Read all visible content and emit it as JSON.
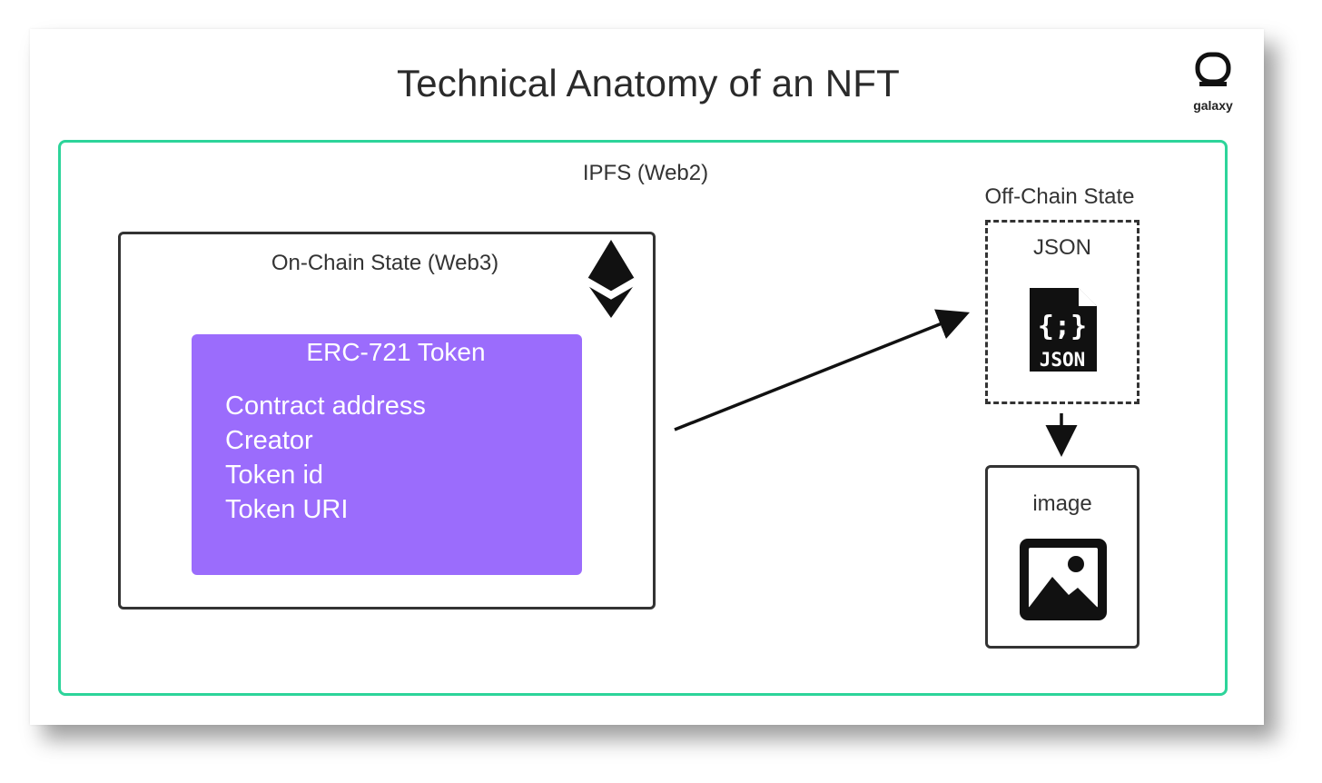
{
  "title": "Technical Anatomy of an NFT",
  "logo": {
    "text": "galaxy",
    "icon": "galaxy-logo-icon"
  },
  "ipfs": {
    "label": "IPFS (Web2)",
    "border_color": "#2dd49a"
  },
  "on_chain": {
    "label": "On-Chain State (Web3)",
    "icon": "ethereum-icon",
    "token": {
      "title": "ERC-721 Token",
      "fill_color": "#9b6cfc",
      "fields": [
        "Contract address",
        "Creator",
        "Token id",
        "Token URI"
      ]
    }
  },
  "off_chain": {
    "label": "Off-Chain State",
    "json": {
      "label": "JSON",
      "icon": "json-file-icon",
      "icon_braces": "{;}",
      "icon_text": "JSON"
    },
    "image": {
      "label": "image",
      "icon": "image-icon"
    }
  }
}
